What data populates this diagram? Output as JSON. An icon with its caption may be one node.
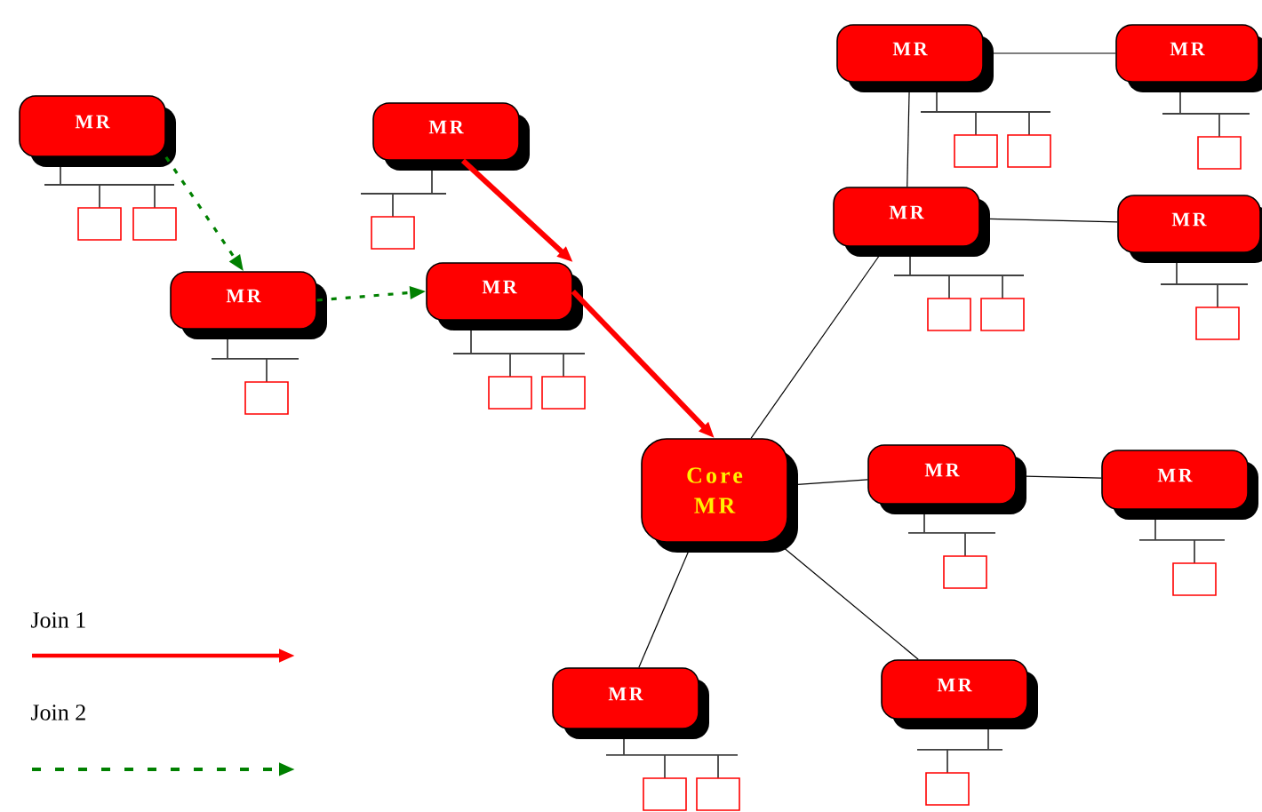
{
  "diagram": {
    "nodes": [
      {
        "text": [
          "MR"
        ]
      },
      {
        "text": [
          "MR"
        ]
      },
      {
        "text": [
          "MR"
        ]
      },
      {
        "text": [
          "MR"
        ]
      },
      {
        "text": [
          "MR"
        ]
      },
      {
        "text": [
          "MR"
        ]
      },
      {
        "text": [
          "MR"
        ]
      },
      {
        "text": [
          "MR"
        ]
      },
      {
        "text": [
          "Core MR"
        ]
      },
      {
        "text": [
          "MR"
        ]
      },
      {
        "text": [
          "MR"
        ]
      },
      {
        "text": [
          "MR"
        ]
      },
      {
        "text": [
          "MR"
        ]
      }
    ],
    "edges": [
      {
        "from": 0,
        "to": 4,
        "arrow": "to",
        "style": "dashed",
        "color": "#008000"
      },
      {
        "from": 4,
        "to": 5,
        "arrow": "to",
        "style": "dashed",
        "color": "#008000"
      },
      {
        "from": 1,
        "to": 5,
        "arrow": "to",
        "style": "thick",
        "color": "#ff0000"
      },
      {
        "from": 5,
        "to": 8,
        "arrow": "to",
        "style": "thick",
        "color": "#ff0000"
      },
      {
        "from": 2,
        "to": 3,
        "arrow": "none"
      },
      {
        "from": 2,
        "to": 6,
        "arrow": "none"
      },
      {
        "from": 6,
        "to": 7,
        "arrow": "none"
      },
      {
        "from": 6,
        "to": 8,
        "arrow": "none"
      },
      {
        "from": 8,
        "to": 9,
        "arrow": "none"
      },
      {
        "from": 9,
        "to": 10,
        "arrow": "none"
      },
      {
        "from": 8,
        "to": 11,
        "arrow": "none"
      },
      {
        "from": 8,
        "to": 12,
        "arrow": "none"
      }
    ],
    "legend": [
      {
        "text": "Join 1"
      },
      {
        "text": "Join 2"
      }
    ]
  }
}
